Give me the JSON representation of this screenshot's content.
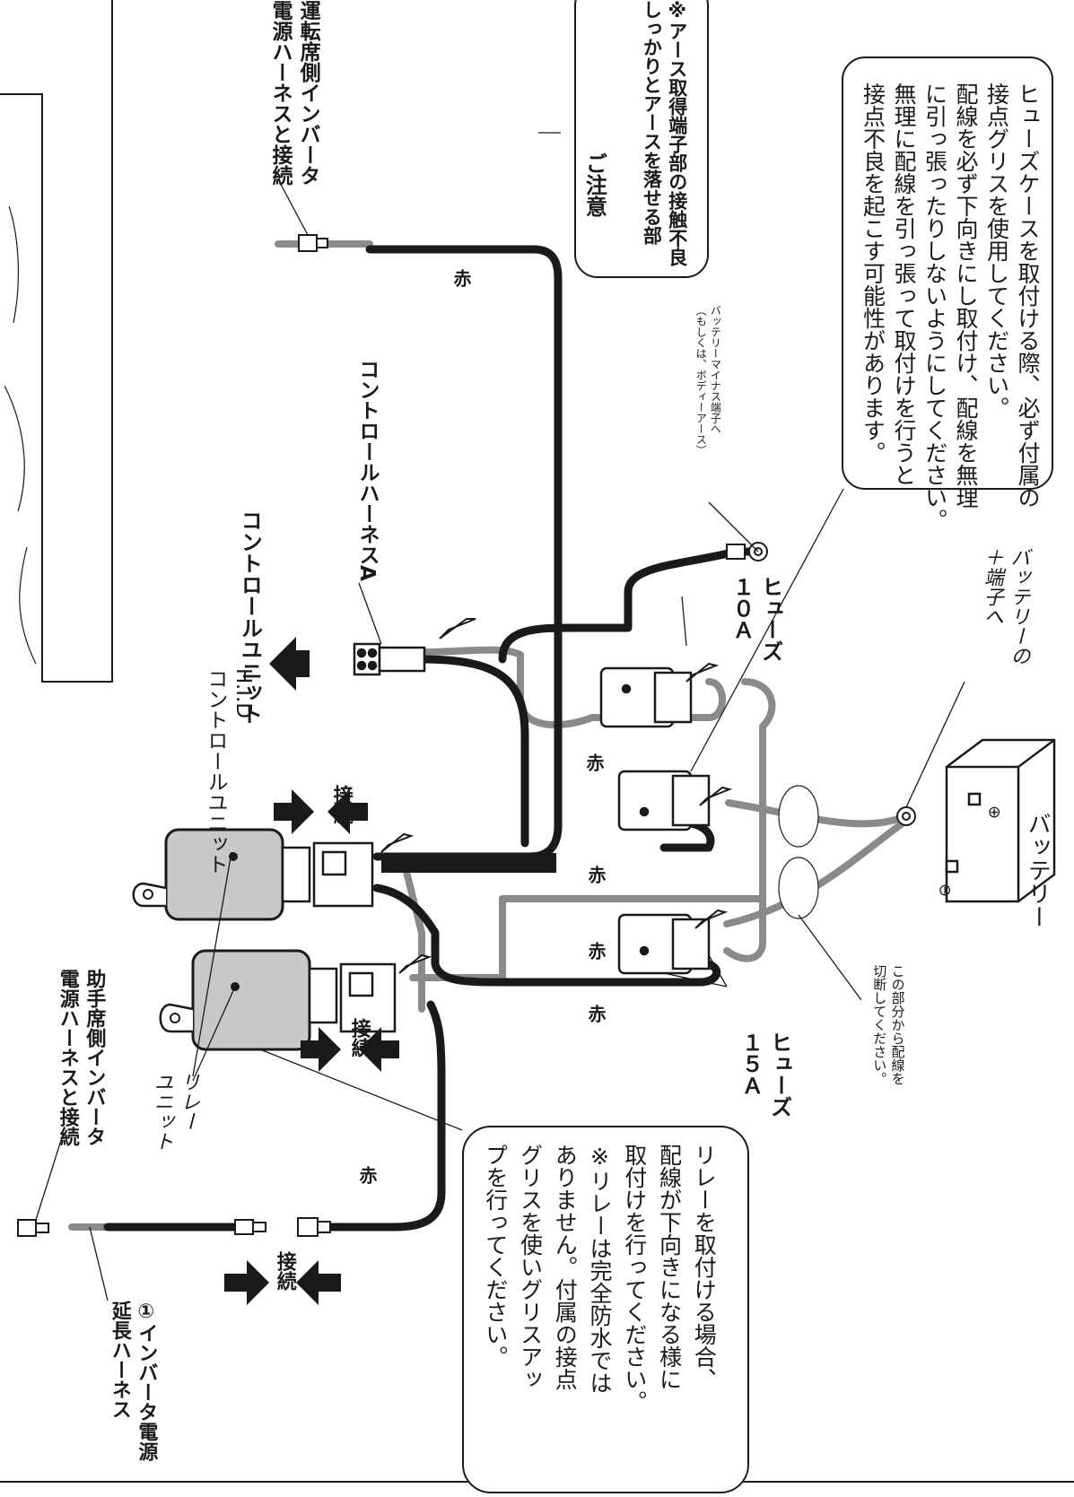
{
  "labels": {
    "driver_inverter": "運転席側インバータ\n電源ハーネスと接続",
    "caution_title": "ご注意",
    "caution_text": "※アース取得端子部の接触不良\nしっかりとアースを落せる部",
    "fuse_note": "ヒューズケースを取付ける際、必ず付属の\n接点グリスを使用してください。\n配線を必ず下向きにし取付け、配線を無理\nに引っ張ったりしないようにしてください。\n無理に配線を引っ張って取付けを行うと\n接点不良を起こす可能性があります。",
    "battery_minus": "バッテリーマイナス端子へ\n（もしくは、ボディーアース）",
    "control_harness_a": "コントロールハーネスA",
    "control_unit": "コントロールユニット",
    "hid_control": "H.I.D\nコントロールユニット",
    "fuse_10a": "ヒューズ\n１０Ａ",
    "battery_plus": "バッテリーの\n＋端子へ",
    "battery": "バッテリー",
    "battery_plus_symbol": "⊕",
    "battery_minus_symbol": "⊖",
    "cut_here": "この部分から配線を\n切断してください。",
    "fuse_15a": "ヒューズ\n１５Ａ",
    "relay_unit": "リレー\nユニット",
    "connect": "接続",
    "red": "赤",
    "passenger_inverter": "助手席側インバータ\n電源ハーネスと接続",
    "inverter_ext": "①インバータ電源\n延長ハーネス",
    "relay_note": "リレーを取付ける場合、\n配線が下向きになる様に\n取付けを行ってください。\n※リレーは完全防水では\nありません。付属の接点\nグリスを使いグリスアッ\nプを行ってください。"
  },
  "colors": {
    "wire_black": "#1a1a1a",
    "wire_gray": "#8a8a8a",
    "relay_fill": "#c8c8c8"
  }
}
